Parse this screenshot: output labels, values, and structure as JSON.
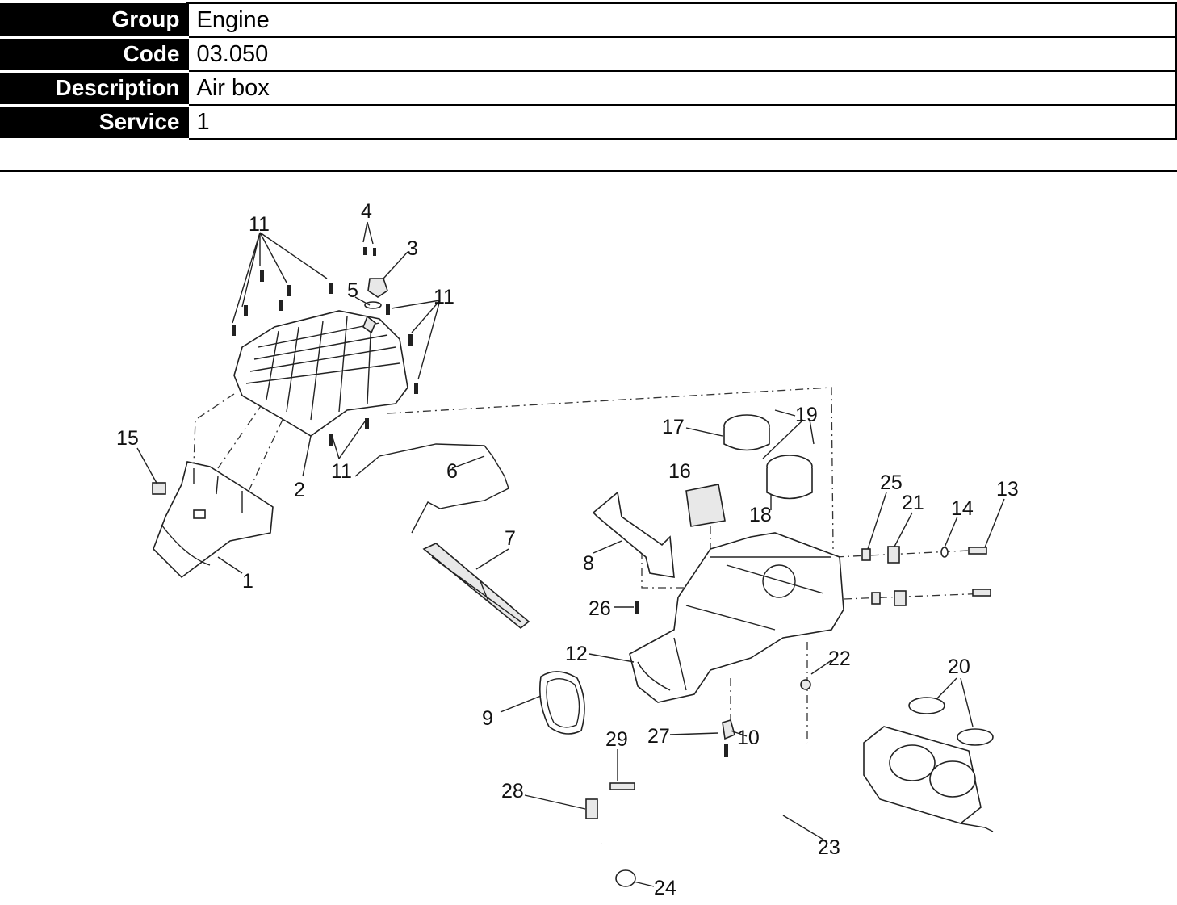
{
  "header": {
    "rows": [
      {
        "label": "Group",
        "value": "Engine"
      },
      {
        "label": "Code",
        "value": "03.050"
      },
      {
        "label": "Description",
        "value": "Air box"
      },
      {
        "label": "Service",
        "value": "1"
      }
    ]
  },
  "callouts": [
    "1",
    "2",
    "3",
    "4",
    "5",
    "6",
    "7",
    "8",
    "9",
    "10",
    "11",
    "11",
    "11",
    "12",
    "13",
    "14",
    "15",
    "16",
    "17",
    "18",
    "19",
    "20",
    "21",
    "22",
    "23",
    "24",
    "25",
    "26",
    "27",
    "28",
    "29"
  ]
}
